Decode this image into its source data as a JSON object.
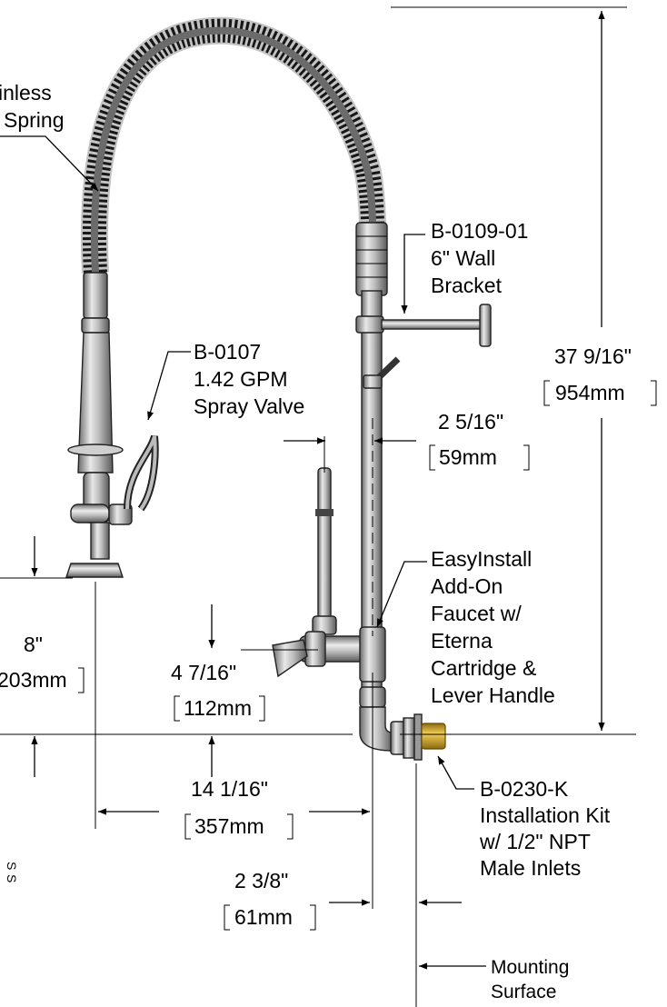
{
  "labels": {
    "spring": [
      "inless",
      "Spring"
    ],
    "spray_valve": [
      "B-0107",
      "1.42 GPM",
      "Spray Valve"
    ],
    "wall_bracket": [
      "B-0109-01",
      "6\" Wall",
      "Bracket"
    ],
    "add_on_faucet": [
      "EasyInstall",
      "Add-On",
      "Faucet w/",
      "Eterna",
      "Cartridge &",
      "Lever Handle"
    ],
    "install_kit": [
      "B-0230-K",
      "Installation Kit",
      "w/ 1/2\" NPT",
      "Male Inlets"
    ],
    "mounting_surface": [
      "Mounting",
      "Surface"
    ]
  },
  "dimensions": {
    "overall_height": {
      "imperial": "37 9/16\"",
      "metric": "954mm"
    },
    "riser_offset": {
      "imperial": "2 5/16\"",
      "metric": "59mm"
    },
    "spray_height": {
      "imperial": "8\"",
      "metric": "203mm"
    },
    "spout_height": {
      "imperial": "4 7/16\"",
      "metric": "112mm"
    },
    "spray_reach": {
      "imperial": "14 1/16\"",
      "metric": "357mm"
    },
    "wall_offset": {
      "imperial": "2 3/8\"",
      "metric": "61mm"
    }
  },
  "edge_marks": [
    "S",
    "S"
  ]
}
